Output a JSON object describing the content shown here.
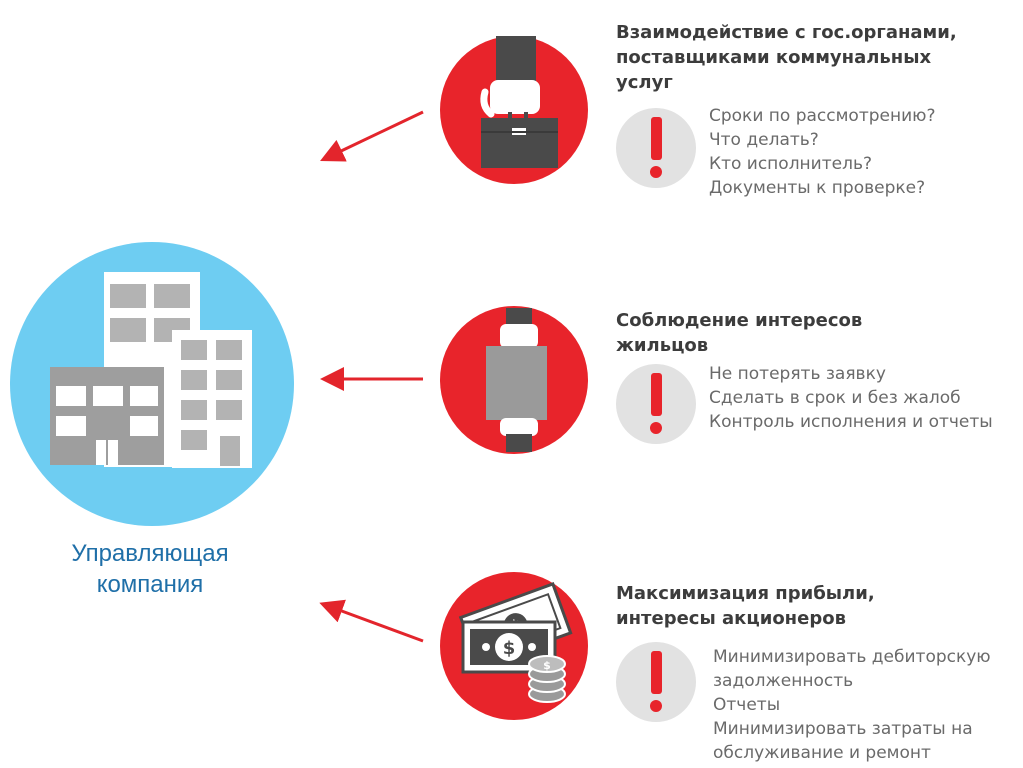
{
  "colors": {
    "accent_red": "#e8242b",
    "company_circle": "#6ecdf2",
    "alert_circle": "#e2e2e2",
    "arrow": "#e3252c",
    "label_blue": "#1f6fa8",
    "title_text": "#3c3c3c",
    "body_text": "#6a6a6a"
  },
  "company": {
    "icon": "office-buildings-icon",
    "label_lines": [
      "Управляющая",
      "компания"
    ]
  },
  "blocks": [
    {
      "icon": "hand-briefcase-icon",
      "title_lines": [
        "Взаимодействие с гос.органами,",
        "поставщиками коммунальных",
        "услуг"
      ],
      "items": [
        "Сроки по рассмотрению?",
        "Что делать?",
        "Кто исполнитель?",
        "Документы к проверке?"
      ]
    },
    {
      "icon": "hands-box-icon",
      "title_lines": [
        "Соблюдение интересов",
        "жильцов"
      ],
      "items": [
        "Не потерять заявку",
        "Сделать в срок и без жалоб",
        "Контроль исполнения и отчеты"
      ]
    },
    {
      "icon": "money-coins-icon",
      "title_lines": [
        "Максимизация прибыли,",
        "интересы акционеров"
      ],
      "items": [
        "Минимизировать дебиторскую",
        "задолженность",
        "Отчеты",
        "Минимизировать затраты на",
        "обслуживание и ремонт"
      ]
    }
  ]
}
